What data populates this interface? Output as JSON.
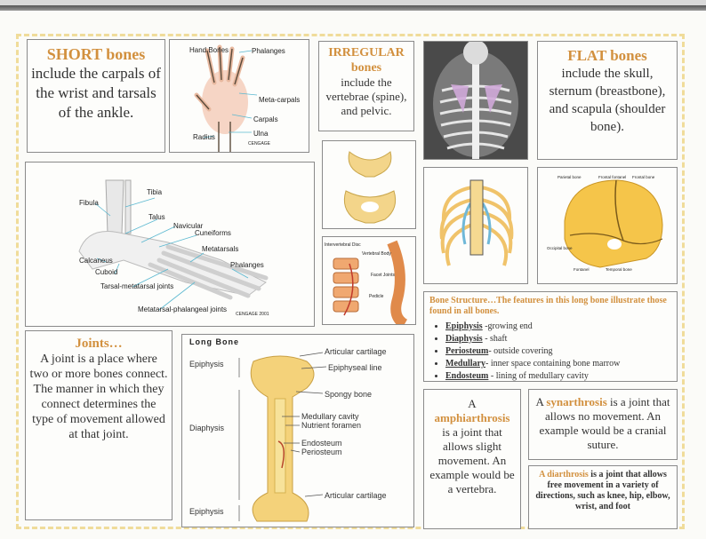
{
  "short": {
    "title": "SHORT bones",
    "text": "include the carpals of the wrist and tarsals of the ankle."
  },
  "hand": {
    "labels": [
      "Hand Bones",
      "Phalanges",
      "Meta-carpals",
      "Carpals",
      "Radius",
      "Ulna"
    ],
    "copyright": "CENGAGE"
  },
  "irregular": {
    "title": "IRREGULAR bones",
    "text": "include the vertebrae (spine), and pelvic."
  },
  "flat": {
    "title": "FLAT bones",
    "text": "include the skull, sternum (breastbone), and scapula (shoulder bone)."
  },
  "foot": {
    "labels": [
      "Tibia",
      "Fibula",
      "Talus",
      "Navicular",
      "Cuneiforms",
      "Metatarsals",
      "Phalanges",
      "Calcaneus",
      "Cuboid",
      "Tarsal-metatarsal joints",
      "Metatarsal-phalangeal joints"
    ],
    "copyright": "CENGAGE 2001"
  },
  "spine": {
    "labels": [
      "Intervertebral Disc",
      "Vertebral Body",
      "Facet Joints",
      "Pedicle"
    ]
  },
  "skull": {
    "labels": [
      "Parietal bone",
      "Frontal fontanel",
      "Frontal bone",
      "Occipital bone",
      "Temporal bone",
      "Fontanel"
    ]
  },
  "structure": {
    "heading": "Bone Structure…The features in this long bone illustrate those found in all bones.",
    "items": [
      {
        "term": "Epiphysis",
        "desc": " -growing end"
      },
      {
        "term": "Diaphysis",
        "desc": " - shaft"
      },
      {
        "term": "Periosteum",
        "desc": "- outside covering"
      },
      {
        "term": "Medullary",
        "desc": "- inner space containing bone marrow"
      },
      {
        "term": "Endosteum",
        "desc": " - lining of medullary cavity"
      }
    ]
  },
  "joints": {
    "title": "Joints…",
    "text": "A joint is a place where two or more bones connect. The manner in which they connect determines the type of movement allowed at that joint."
  },
  "longbone": {
    "title": "Long Bone",
    "left": [
      "Epiphysis",
      "Diaphysis",
      "Epiphysis"
    ],
    "right": [
      "Articular cartilage",
      "Epiphyseal line",
      "Spongy bone",
      "Medullary cavity",
      "Nutrient foramen",
      "Endosteum",
      "Periosteum",
      "Articular cartilage"
    ]
  },
  "amphi": {
    "a": "A",
    "term": "amphiarthrosis",
    "text": "is a joint that allows slight movement.  An example would be a vertebra."
  },
  "synar": {
    "a": "A",
    "term": "synarthrosis",
    "text": "is a joint that allows no movement. An example would be a cranial suture."
  },
  "diar": {
    "a": "A",
    "term": "diarthrosis",
    "text": "is a joint that allows free movement in a variety of directions, such as knee, hip, elbow, wrist, and foot"
  },
  "colors": {
    "accent": "#d2903e",
    "bone": "#f2d27a",
    "dash": "#f0dc9a"
  }
}
